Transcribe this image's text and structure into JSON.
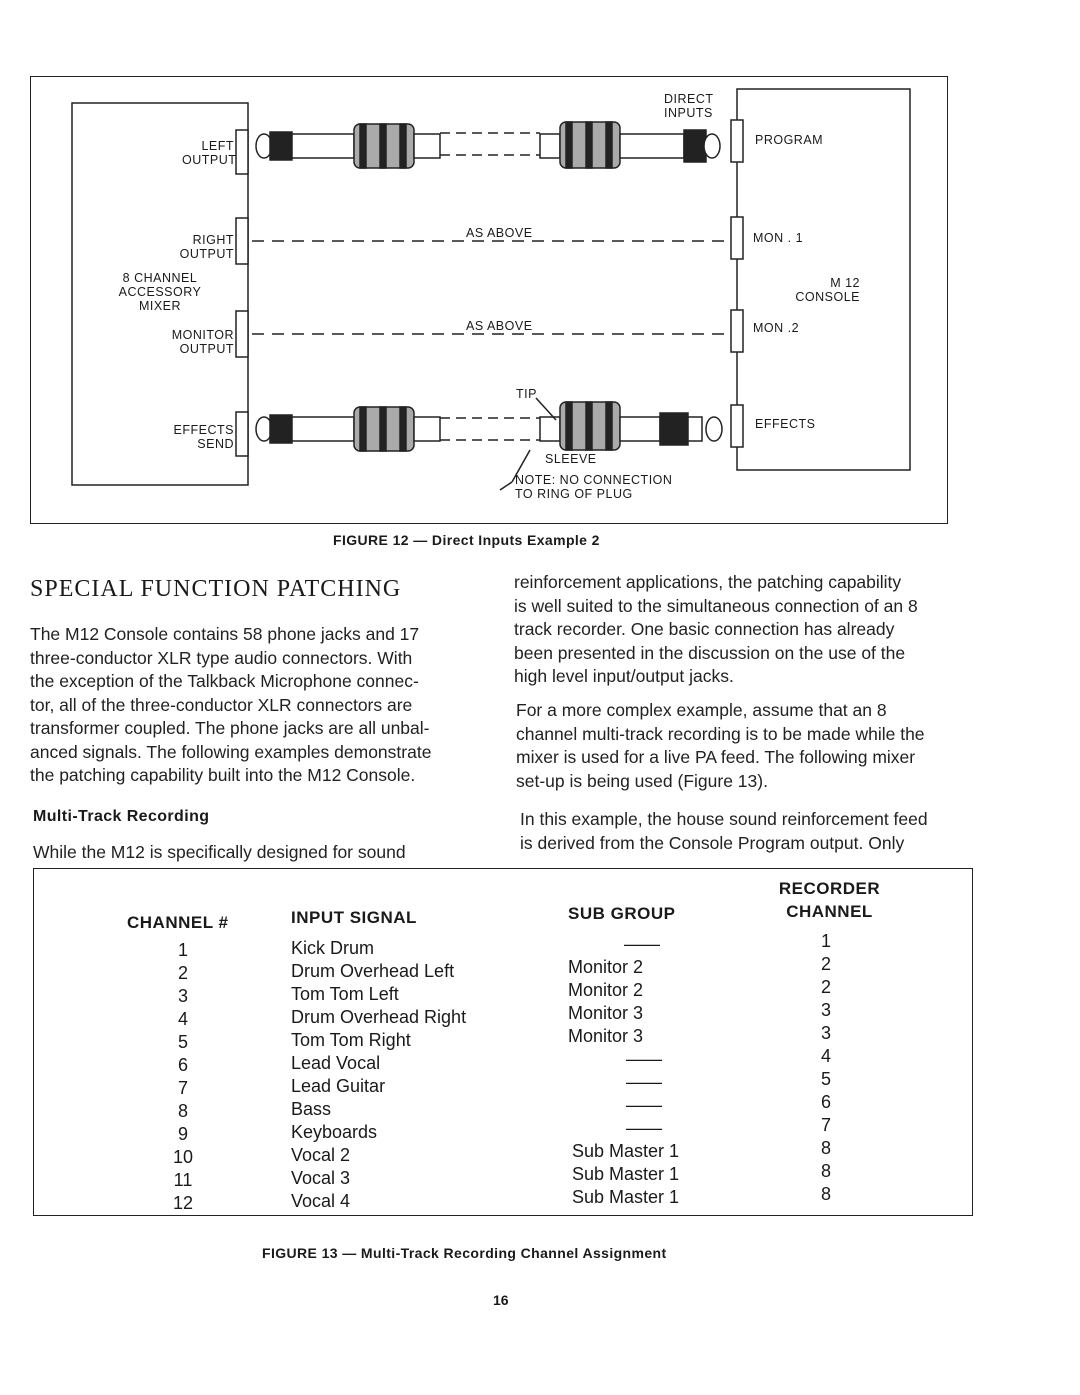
{
  "figure12": {
    "mixer_labels": {
      "left_output": [
        "LEFT",
        "OUTPUT"
      ],
      "right_output": [
        "RIGHT",
        "OUTPUT"
      ],
      "mixer_name": [
        "8 CHANNEL",
        "ACCESSORY",
        "MIXER"
      ],
      "monitor_output": [
        "MONITOR",
        "OUTPUT"
      ],
      "effects_send": [
        "EFFECTS",
        "SEND"
      ]
    },
    "console_labels": {
      "direct_inputs": [
        "DIRECT",
        "INPUTS"
      ],
      "program": "PROGRAM",
      "mon1": "MON . 1",
      "console_name": [
        "M 12",
        "CONSOLE"
      ],
      "mon2": "MON .2",
      "effects": "EFFECTS"
    },
    "as_above": "AS ABOVE",
    "tip": "TIP",
    "sleeve": "SLEEVE",
    "note": [
      "NOTE: NO CONNECTION",
      "TO RING OF PLUG"
    ],
    "caption": "FIGURE 12 — Direct Inputs Example 2"
  },
  "section_heading": "SPECIAL FUNCTION PATCHING",
  "left_column": {
    "paragraph1": [
      "The M12 Console contains 58 phone jacks and 17",
      "three-conductor XLR type audio connectors. With",
      "the exception of the Talkback Microphone connec-",
      "tor, all of the three-conductor XLR connectors are",
      "transformer coupled. The phone jacks are all unbal-",
      "anced signals. The following examples demonstrate",
      "the patching capability built into the M12 Console."
    ],
    "subheading": "Multi-Track Recording",
    "paragraph2": [
      "While the M12 is specifically designed for sound"
    ]
  },
  "right_column": {
    "paragraph1": [
      "reinforcement applications, the patching capability",
      "is well suited to the simultaneous connection of an 8",
      "track recorder. One basic connection has already",
      "been presented in the discussion on the use of the",
      "high level input/output jacks."
    ],
    "paragraph2": [
      "For a more complex example, assume that an 8",
      "channel multi-track recording is to be made while the",
      "mixer is used for a live PA feed. The following mixer",
      "set-up is being used (Figure 13)."
    ],
    "paragraph3": [
      "In this example, the house sound reinforcement feed",
      "is derived from the Console Program output. Only"
    ]
  },
  "figure13": {
    "headers": {
      "channel": "CHANNEL #",
      "input_signal": "INPUT SIGNAL",
      "sub_group": "SUB GROUP",
      "recorder": [
        "RECORDER",
        "CHANNEL"
      ]
    },
    "rows": [
      {
        "channel": "1",
        "input": "Kick Drum",
        "sub_group": "——",
        "recorder": "1"
      },
      {
        "channel": "2",
        "input": "Drum Overhead Left",
        "sub_group": "Monitor 2",
        "recorder": "2"
      },
      {
        "channel": "3",
        "input": "Tom Tom Left",
        "sub_group": "Monitor 2",
        "recorder": "2"
      },
      {
        "channel": "4",
        "input": "Drum Overhead Right",
        "sub_group": "Monitor 3",
        "recorder": "3"
      },
      {
        "channel": "5",
        "input": "Tom Tom Right",
        "sub_group": "Monitor 3",
        "recorder": "3"
      },
      {
        "channel": "6",
        "input": "Lead Vocal",
        "sub_group": "——",
        "recorder": "4"
      },
      {
        "channel": "7",
        "input": "Lead Guitar",
        "sub_group": "——",
        "recorder": "5"
      },
      {
        "channel": "8",
        "input": "Bass",
        "sub_group": "——",
        "recorder": "6"
      },
      {
        "channel": "9",
        "input": "Keyboards",
        "sub_group": "——",
        "recorder": "7"
      },
      {
        "channel": "10",
        "input": "Vocal 2",
        "sub_group": "Sub Master 1",
        "recorder": "8"
      },
      {
        "channel": "11",
        "input": "Vocal 3",
        "sub_group": "Sub Master 1",
        "recorder": "8"
      },
      {
        "channel": "12",
        "input": "Vocal 4",
        "sub_group": "Sub Master 1",
        "recorder": "8"
      }
    ],
    "caption": "FIGURE 13 — Multi-Track Recording Channel Assignment"
  },
  "page_number": "16"
}
